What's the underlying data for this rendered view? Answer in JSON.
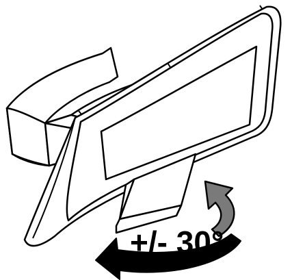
{
  "rotation_label": "+/- 30°",
  "colors": {
    "outline": "#000000",
    "body_fill": "#ffffff",
    "arrow_fill": "#7a7a7a"
  },
  "icons": {
    "device": "monitor-on-swivel-mount",
    "arrow_top": "curved-arrow-right",
    "arrow_bottom": "curved-arrow-left"
  }
}
